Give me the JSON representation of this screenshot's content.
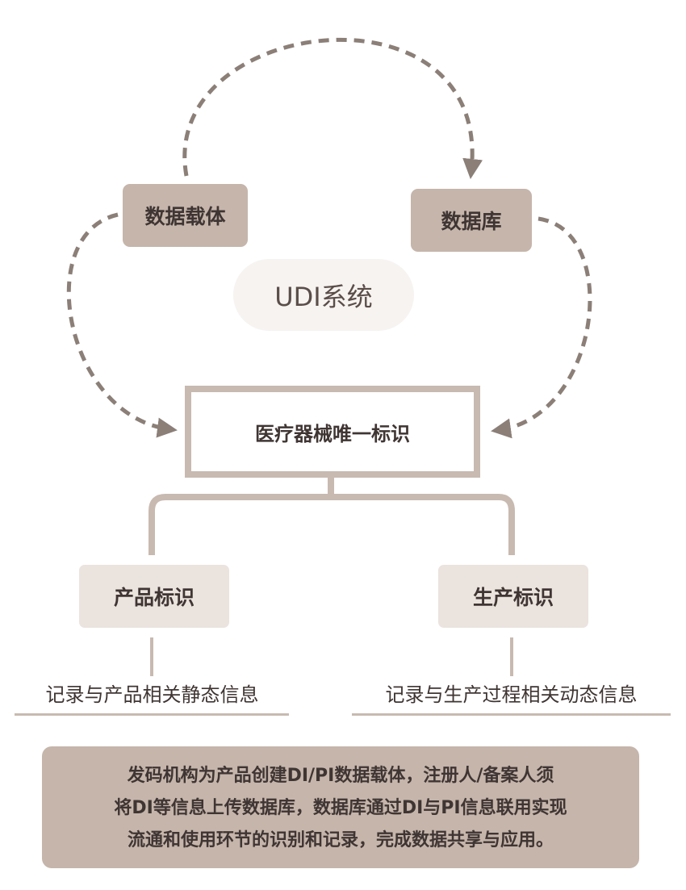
{
  "title": "UDI系统",
  "nodes": {
    "carrier": "数据载体",
    "database": "数据库",
    "udi": "医疗器械唯一标识",
    "product_id": "产品标识",
    "production_id": "生产标识"
  },
  "descriptions": {
    "product": "记录与产品相关静态信息",
    "production": "记录与生产过程相关动态信息"
  },
  "summary": {
    "lines": [
      "发码机构为产品创建DI/PI数据载体，注册人/备案人须",
      "将DI等信息上传数据库，数据库通过DI与PI信息联用实现",
      "流通和使用环节的识别和记录，完成数据共享与应用。"
    ]
  },
  "colors": {
    "box_dark": "#c5b5ab",
    "box_light": "#ebe3de",
    "frame": "#c8bab1",
    "arrow": "#8b7f78",
    "text": "#3f3533"
  }
}
